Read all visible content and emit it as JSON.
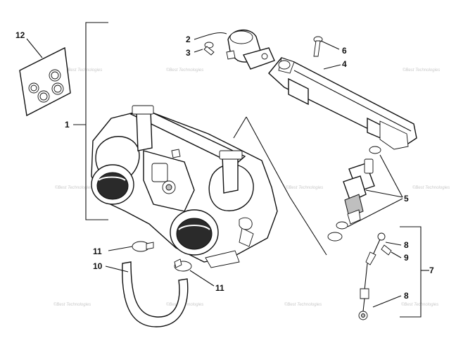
{
  "diagram": {
    "title": "Throttle Body Assembly - Exploded Parts View",
    "callouts": {
      "c1": "1",
      "c2": "2",
      "c3": "3",
      "c4": "4",
      "c5": "5",
      "c6": "6",
      "c7": "7",
      "c8a": "8",
      "c8b": "8",
      "c9": "9",
      "c10": "10",
      "c11a": "11",
      "c11b": "11",
      "c12": "12"
    },
    "watermark": "©Best Technologies"
  }
}
